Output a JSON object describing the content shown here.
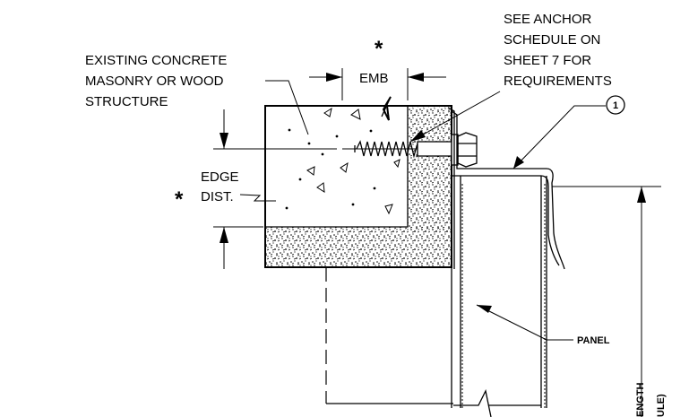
{
  "labels": {
    "existing_structure": [
      "EXISTING CONCRETE",
      "MASONRY OR WOOD",
      "STRUCTURE"
    ],
    "anchor_note": [
      "SEE ANCHOR",
      "SCHEDULE ON",
      "SHEET 7 FOR",
      "REQUIREMENTS"
    ],
    "embedment": "EMB",
    "edge_distance": [
      "EDGE",
      "DIST."
    ],
    "panel": "PANEL",
    "callout_number": "1",
    "asterisk": "*",
    "rotated_partial": [
      "ENGTH",
      "ULE)"
    ]
  }
}
